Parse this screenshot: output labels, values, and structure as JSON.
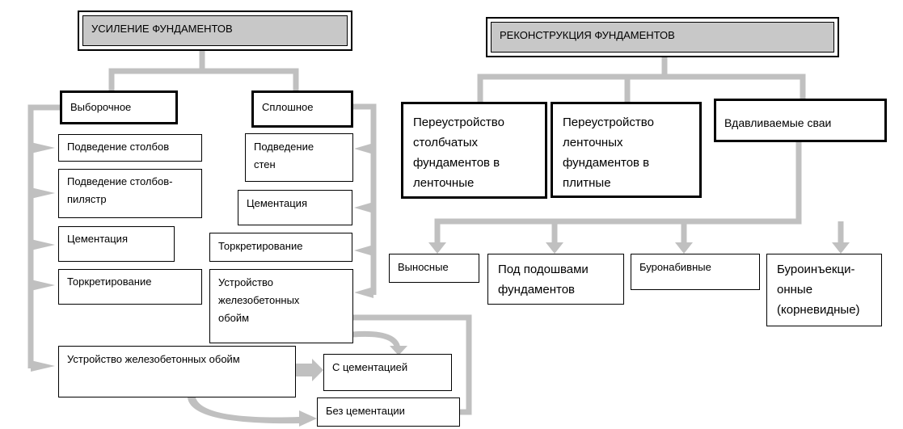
{
  "left": {
    "title": "УСИЛЕНИЕ ФУНДАМЕНТОВ",
    "selective": {
      "label": "Выборочное",
      "items": [
        "Подведение столбов",
        "Подведение столбов-\nпилястр",
        "Цементация",
        "Торкретирование"
      ]
    },
    "continuous": {
      "label": "Сплошное",
      "items": [
        "Подведение\nстен",
        "Цементация",
        "Торкретирование",
        "Устройство\nжелезобетонных\nобойм"
      ]
    },
    "shells": "Устройство железобетонных обойм",
    "with_cement": "С цементацией",
    "without_cement": "Без цементации"
  },
  "right": {
    "title": "РЕКОНСТРУКЦИЯ ФУНДАМЕНТОВ",
    "types": [
      "Переустройство\nстолбчатых\nфундаментов в\nленточные",
      "Переустройство\nленточных\nфундаментов в\nплитные",
      "Вдавливаемые сваи"
    ],
    "piles": [
      "Выносные",
      "Под подошвами\nфундаментов",
      "Буронабивные",
      "Буроинъекци-\nонные\n(корневидные)"
    ]
  },
  "colors": {
    "connector": "#c0c0c0",
    "title_fill": "#c8c8c8",
    "border": "#000000"
  }
}
